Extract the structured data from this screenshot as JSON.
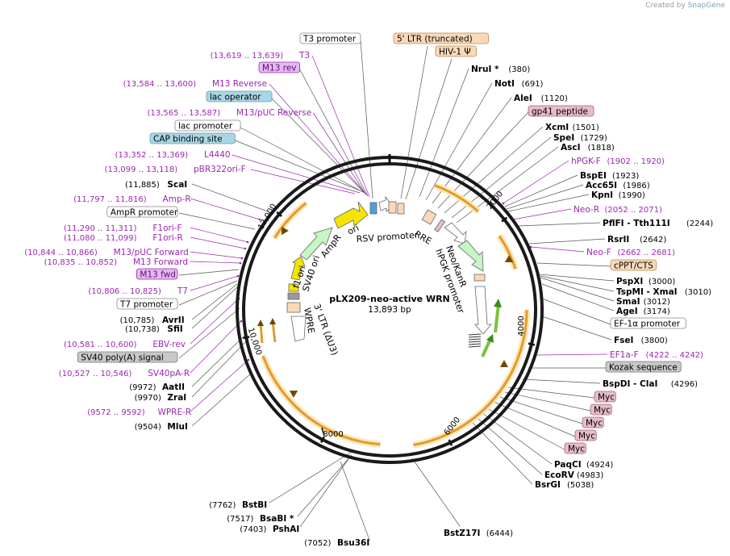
{
  "credit": {
    "prefix": "Created by",
    "brand": "SnapGene"
  },
  "plasmid": {
    "name": "pLX209-neo-active WRN",
    "size": "13,893 bp"
  },
  "ticks": [
    "2000",
    "4000",
    "6000",
    "8000",
    "10,000",
    "12,000"
  ],
  "inner_labels": [
    "ori",
    "RSV promoter",
    "RRE",
    "AmpR",
    "f1 ori",
    "SV40 ori",
    "Neo/KanR",
    "hPGK promoter",
    "3' LTR (ΔU3)",
    "WPRE"
  ],
  "colors": {
    "orf_yellow": "#f5e400",
    "orf_green": "#c6f5c6",
    "lentiviral": "#f9d9b8",
    "primer": "#9c27b0",
    "tag": "#e8bcc8",
    "promoter_box": "#ffffff",
    "regulatory": "#a9d6e5",
    "orange_arrow": "#e39b2b"
  },
  "top_labels": [
    {
      "text": "T3 promoter",
      "kind": "promoter"
    },
    {
      "text": "5' LTR (truncated)",
      "kind": "lentiviral"
    },
    {
      "text": "HIV-1 Ψ",
      "kind": "lentiviral"
    },
    {
      "text": "(13,619 .. 13,639)",
      "name": "T3",
      "kind": "primer"
    },
    {
      "text": "M13 rev",
      "kind": "primer_box"
    },
    {
      "text": "(13,584 .. 13,600)",
      "name": "M13 Reverse",
      "kind": "primer"
    },
    {
      "text": "lac operator",
      "kind": "regulatory"
    },
    {
      "text": "(13,565 .. 13,587)",
      "name": "M13/pUC Reverse",
      "kind": "primer"
    },
    {
      "text": "lac promoter",
      "kind": "promoter"
    },
    {
      "text": "CAP binding site",
      "kind": "regulatory"
    },
    {
      "text": "(13,352 .. 13,369)",
      "name": "L4440",
      "kind": "primer"
    },
    {
      "text": "(13,099 .. 13,118)",
      "name": "pBR322ori-F",
      "kind": "primer"
    }
  ],
  "left_labels": [
    {
      "pos": "(11,885)",
      "name": "ScaI",
      "kind": "enzyme"
    },
    {
      "pos": "(11,797 .. 11,816)",
      "name": "Amp-R",
      "kind": "primer"
    },
    {
      "name": "AmpR promoter",
      "kind": "promoter"
    },
    {
      "pos": "(11,290 .. 11,311)",
      "name": "F1ori-F",
      "kind": "primer"
    },
    {
      "pos": "(11,080 .. 11,099)",
      "name": "F1ori-R",
      "kind": "primer"
    },
    {
      "pos": "(10,844 .. 10,866)",
      "name": "M13/pUC Forward",
      "kind": "primer"
    },
    {
      "pos": "(10,835 .. 10,852)",
      "name": "M13 Forward",
      "kind": "primer"
    },
    {
      "name": "M13 fwd",
      "kind": "primer_box"
    },
    {
      "pos": "(10,806 .. 10,825)",
      "name": "T7",
      "kind": "primer"
    },
    {
      "name": "T7 promoter",
      "kind": "promoter"
    },
    {
      "pos": "(10,785)",
      "name": "AvrII",
      "kind": "enzyme"
    },
    {
      "pos": "(10,738)",
      "name": "SfiI",
      "kind": "enzyme"
    },
    {
      "pos": "(10,581 .. 10,600)",
      "name": "EBV-rev",
      "kind": "primer"
    },
    {
      "name": "SV40 poly(A) signal",
      "kind": "polyA"
    },
    {
      "pos": "(10,527 .. 10,546)",
      "name": "SV40pA-R",
      "kind": "primer"
    },
    {
      "pos": "(9972)",
      "name": "AatII",
      "kind": "enzyme"
    },
    {
      "pos": "(9970)",
      "name": "ZraI",
      "kind": "enzyme"
    },
    {
      "pos": "(9572 .. 9592)",
      "name": "WPRE-R",
      "kind": "primer"
    },
    {
      "pos": "(9504)",
      "name": "MluI",
      "kind": "enzyme"
    }
  ],
  "right_labels": [
    {
      "name": "NruI *",
      "pos": "(380)",
      "kind": "enzyme"
    },
    {
      "name": "NotI",
      "pos": "(691)",
      "kind": "enzyme"
    },
    {
      "name": "AleI",
      "pos": "(1120)",
      "kind": "enzyme"
    },
    {
      "name": "gp41 peptide",
      "kind": "tag"
    },
    {
      "name": "XcmI",
      "pos": "(1501)",
      "kind": "enzyme"
    },
    {
      "name": "SpeI",
      "pos": "(1729)",
      "kind": "enzyme"
    },
    {
      "name": "AscI",
      "pos": "(1818)",
      "kind": "enzyme"
    },
    {
      "name": "hPGK-F",
      "pos": "(1902 .. 1920)",
      "kind": "primer"
    },
    {
      "name": "BspEI",
      "pos": "(1923)",
      "kind": "enzyme"
    },
    {
      "name": "Acc65I",
      "pos": "(1986)",
      "kind": "enzyme"
    },
    {
      "name": "KpnI",
      "pos": "(1990)",
      "kind": "enzyme"
    },
    {
      "name": "Neo-R",
      "pos": "(2052 .. 2071)",
      "kind": "primer"
    },
    {
      "name": "PflFI - Tth111I",
      "pos": "(2244)",
      "kind": "enzyme"
    },
    {
      "name": "RsrII",
      "pos": "(2642)",
      "kind": "enzyme"
    },
    {
      "name": "Neo-F",
      "pos": "(2662 .. 2681)",
      "kind": "primer"
    },
    {
      "name": "cPPT/CTS",
      "kind": "lentiviral"
    },
    {
      "name": "PspXI",
      "pos": "(3000)",
      "kind": "enzyme"
    },
    {
      "name": "TspMI - XmaI",
      "pos": "(3010)",
      "kind": "enzyme"
    },
    {
      "name": "SmaI",
      "pos": "(3012)",
      "kind": "enzyme"
    },
    {
      "name": "AgeI",
      "pos": "(3174)",
      "kind": "enzyme"
    },
    {
      "name": "EF-1α promoter",
      "kind": "promoter"
    },
    {
      "name": "FseI",
      "pos": "(3800)",
      "kind": "enzyme"
    },
    {
      "name": "EF1a-F",
      "pos": "(4222 .. 4242)",
      "kind": "primer"
    },
    {
      "name": "Kozak sequence",
      "kind": "polyA"
    },
    {
      "name": "BspDI - ClaI",
      "pos": "(4296)",
      "kind": "enzyme"
    },
    {
      "name": "Myc",
      "kind": "tag"
    },
    {
      "name": "Myc",
      "kind": "tag"
    },
    {
      "name": "Myc",
      "kind": "tag"
    },
    {
      "name": "Myc",
      "kind": "tag"
    },
    {
      "name": "Myc",
      "kind": "tag"
    },
    {
      "name": "PaqCI",
      "pos": "(4924)",
      "kind": "enzyme"
    },
    {
      "name": "EcoRV",
      "pos": "(4983)",
      "kind": "enzyme"
    },
    {
      "name": "BsrGI",
      "pos": "(5038)",
      "kind": "enzyme"
    }
  ],
  "bottom_labels": [
    {
      "pos": "(7762)",
      "name": "BstBI"
    },
    {
      "pos": "(7517)",
      "name": "BsaBI *"
    },
    {
      "pos": "(7403)",
      "name": "PshAI"
    },
    {
      "pos": "(7052)",
      "name": "Bsu36I"
    },
    {
      "pos": "(6444)",
      "name": "BstZ17I"
    }
  ]
}
